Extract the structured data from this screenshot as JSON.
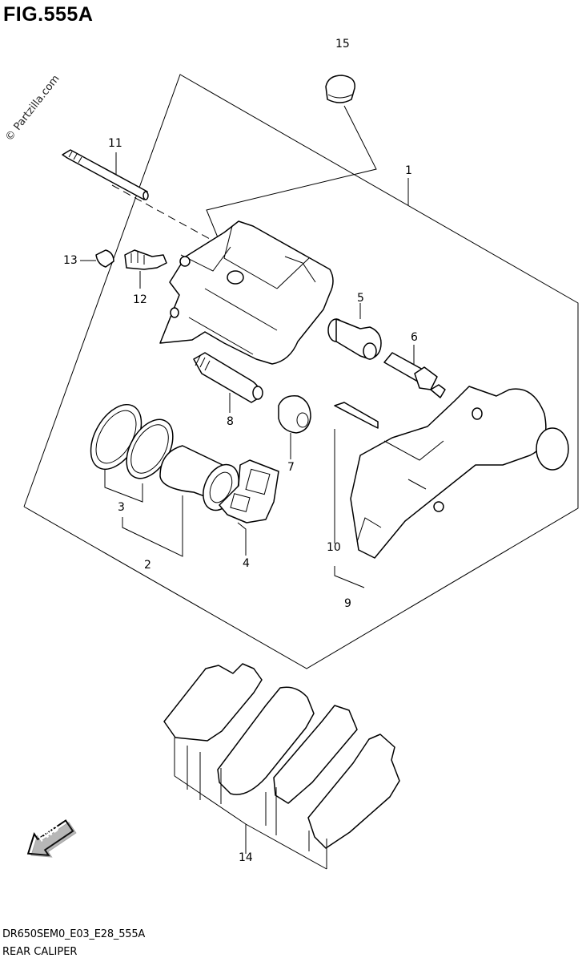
{
  "figure": {
    "title": "FIG.555A",
    "watermark": "© Partzilla.com"
  },
  "callouts": [
    {
      "id": "c1",
      "number": "1"
    },
    {
      "id": "c2",
      "number": "2"
    },
    {
      "id": "c3",
      "number": "3"
    },
    {
      "id": "c4",
      "number": "4"
    },
    {
      "id": "c5",
      "number": "5"
    },
    {
      "id": "c6",
      "number": "6"
    },
    {
      "id": "c7",
      "number": "7"
    },
    {
      "id": "c8",
      "number": "8"
    },
    {
      "id": "c9",
      "number": "9"
    },
    {
      "id": "c10",
      "number": "10"
    },
    {
      "id": "c11",
      "number": "11"
    },
    {
      "id": "c12",
      "number": "12"
    },
    {
      "id": "c13",
      "number": "13"
    },
    {
      "id": "c14",
      "number": "14"
    },
    {
      "id": "c15",
      "number": "15"
    }
  ],
  "fwd_label": "FWD",
  "footer": {
    "code": "DR650SEM0_E03_E28_555A",
    "name": "REAR CALIPER"
  }
}
